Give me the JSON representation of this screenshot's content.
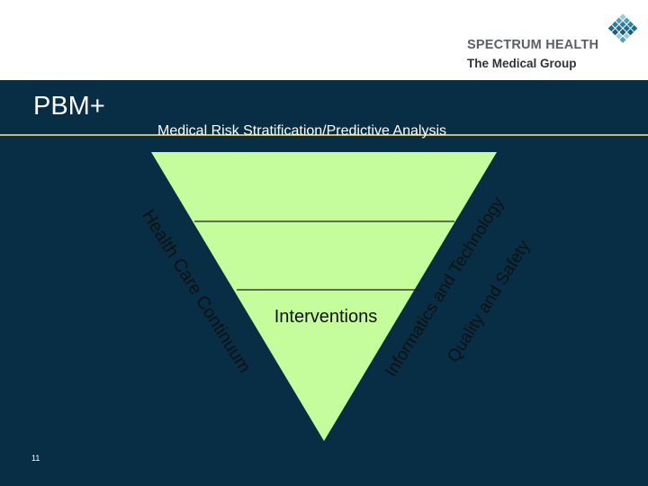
{
  "header": {
    "logo_line1": "SPECTRUM HEALTH",
    "logo_line2": "The Medical Group",
    "logo_icon": "spectrum-health-logo-mark"
  },
  "slide": {
    "title": "PBM+",
    "page_number": "11"
  },
  "diagram": {
    "top_label": "Medical Risk Stratification/Predictive Analysis",
    "inner_label": "Interventions",
    "left_label": "Health Care Continuum",
    "right_label_inner": "Informatics and Technology",
    "right_label_outer": "Quality and Safety",
    "colors": {
      "triangle_fill": "#c5fd9d",
      "divider": "#1e1e1e",
      "label_text": "#111111",
      "accent_rule": "#c9b96a"
    }
  }
}
